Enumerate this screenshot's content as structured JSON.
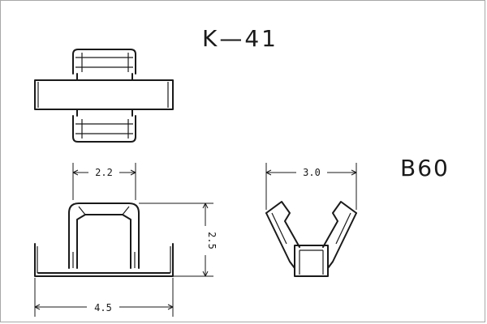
{
  "title": "K—41",
  "code": "B60",
  "dimensions": {
    "top_width": "2.2",
    "bottom_width": "4.5",
    "height": "2.5",
    "side_width": "3.0"
  }
}
